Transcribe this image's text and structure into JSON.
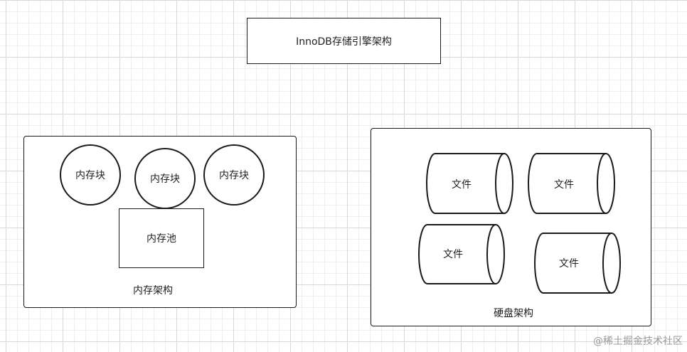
{
  "diagram": {
    "title": "InnoDB存储引擎架构",
    "memory": {
      "label": "内存架构",
      "blocks": [
        "内存块",
        "内存块",
        "内存块"
      ],
      "pool": "内存池"
    },
    "disk": {
      "label": "硬盘架构",
      "files": [
        "文件",
        "文件",
        "文件",
        "文件"
      ]
    }
  },
  "watermark": "@稀土掘金技术社区"
}
